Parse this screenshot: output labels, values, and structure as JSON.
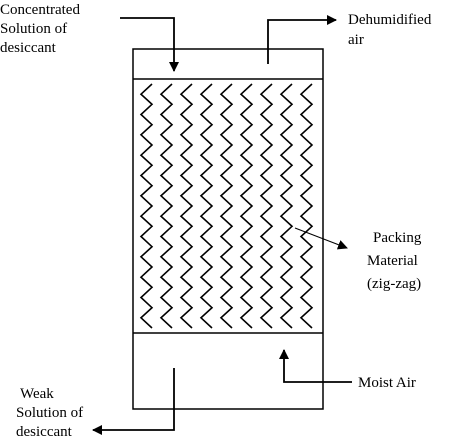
{
  "labels": {
    "concentrated_solution": [
      "Concentrated",
      "Solution of",
      "desiccant"
    ],
    "dehumidified_air": [
      "Dehumidified",
      "air"
    ],
    "packing_material": [
      "Packing",
      "Material",
      "(zig-zag)"
    ],
    "moist_air": [
      "Moist Air"
    ],
    "weak_solution": [
      "Weak",
      "Solution of",
      "desiccant"
    ]
  },
  "zigzag": {
    "columns": 9,
    "peaks": 12
  },
  "colors": {
    "stroke": "#000000",
    "background": "#ffffff"
  }
}
